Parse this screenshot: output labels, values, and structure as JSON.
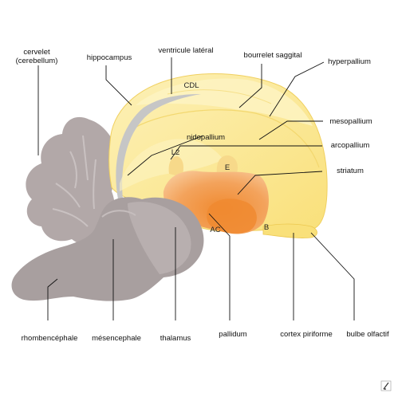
{
  "labels": {
    "cervelet": "cervelet",
    "cervelet_sub": "(cerebellum)",
    "hippocampus": "hippocampus",
    "ventricule": "ventricule latéral",
    "bourrelet": "bourrelet saggital",
    "hyperpallium": "hyperpallium",
    "mesopallium": "mesopallium",
    "nidopallium": "nidopallium",
    "arcopallium": "arcopallium",
    "striatum": "striatum",
    "rhombencephale": "rhombencéphale",
    "mesencephale": "mésencephale",
    "thalamus": "thalamus",
    "pallidum": "pallidum",
    "cortex_piriforme": "cortex piriforme",
    "bulbe_olfactif": "bulbe olfactif"
  },
  "inner_labels": {
    "cdl": "CDL",
    "l2": "L2",
    "e": "E",
    "ac": "AC",
    "b": "B"
  },
  "colors": {
    "background": "#ffffff",
    "hemisphere": "#fbe99a",
    "hemisphere_light": "#fdf3c2",
    "striatum": "#f4b27a",
    "pallidum": "#f08a30",
    "brainstem": "#a99f9f",
    "cerebellum": "#b3a9a9",
    "ventricle": "#c8c8c8",
    "leader": "#111111"
  },
  "logo_icon": "corner-logo-icon"
}
